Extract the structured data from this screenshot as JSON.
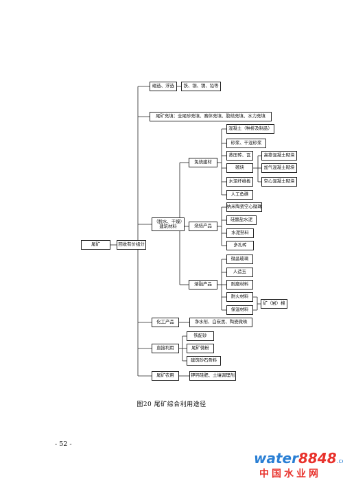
{
  "figure": {
    "root": "尾矿",
    "component": "回收有价组分",
    "branch_recovery": "磁选、浮选",
    "branch_recovery_metals": "铁、铜、镍、铅等",
    "branch_fill": "尾矿充填：全尾砂充填、赛体充填、胶结充填、水力充填",
    "branch_building": "（脱水、干燥）建筑材料",
    "mianshao": "免烧建材",
    "mianshao_items": [
      "混凝土（种排及制品）",
      "砂浆、干混砂浆",
      "蒸压砖、瓦",
      "砌块",
      "水泥纤维板",
      "人工鱼礁"
    ],
    "qikuai_items": [
      "高掺混凝土砌块",
      "加气混凝土砌块",
      "空心混凝土砌块"
    ],
    "shaojie": "烧结产品",
    "shaojie_items": [
      "纳米陶瓷空心微珠",
      "硅酸盐水泥",
      "水泥熟料",
      "多孔砖"
    ],
    "ronghua": "熔融产品",
    "ronghua_items": [
      "微晶玻璃",
      "人造玉",
      "耐磨材料",
      "耐火材料",
      "保温材料"
    ],
    "kuangmian": "矿（岩）棉",
    "branch_chemical": "化工产品",
    "chemical_items": "净水剂、白炭黑、陶瓷微珠",
    "branch_direct": "直接利用",
    "direct_items": [
      "铁配砂",
      "尾矿微粉",
      "建筑砂石骨料"
    ],
    "branch_agri": "尾矿农用",
    "agri_items": "钾钙硅肥、土壤调理剂"
  },
  "caption": "图20  尾矿综合利用途径",
  "page_number": "- 52 -",
  "watermark": {
    "part1": "water",
    "part2": "8848",
    "part3": ".com",
    "cn": "中国水业网"
  },
  "colors": {
    "line": "#222222",
    "brand_blue": "#2a7fd4",
    "brand_red": "#e8322c"
  }
}
